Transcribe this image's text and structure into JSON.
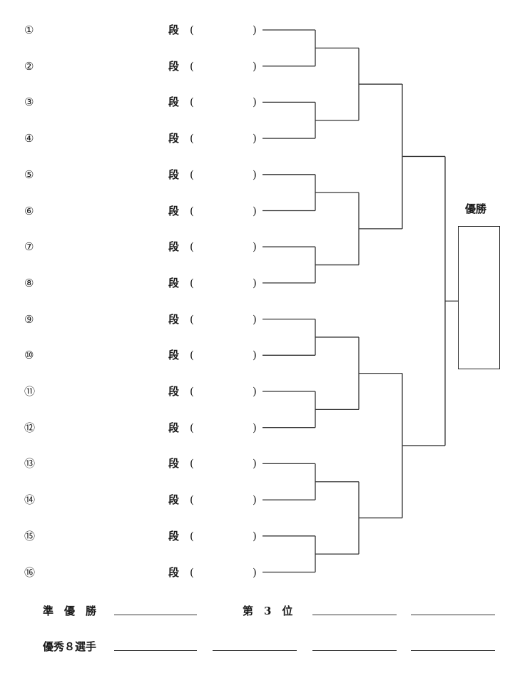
{
  "entries": [
    {
      "num": "①",
      "dan": "段",
      "open": "(",
      "close": ")"
    },
    {
      "num": "②",
      "dan": "段",
      "open": "(",
      "close": ")"
    },
    {
      "num": "③",
      "dan": "段",
      "open": "(",
      "close": ")"
    },
    {
      "num": "④",
      "dan": "段",
      "open": "(",
      "close": ")"
    },
    {
      "num": "⑤",
      "dan": "段",
      "open": "(",
      "close": ")"
    },
    {
      "num": "⑥",
      "dan": "段",
      "open": "(",
      "close": ")"
    },
    {
      "num": "⑦",
      "dan": "段",
      "open": "(",
      "close": ")"
    },
    {
      "num": "⑧",
      "dan": "段",
      "open": "(",
      "close": ")"
    },
    {
      "num": "⑨",
      "dan": "段",
      "open": "(",
      "close": ")"
    },
    {
      "num": "⑩",
      "dan": "段",
      "open": "(",
      "close": ")"
    },
    {
      "num": "⑪",
      "dan": "段",
      "open": "(",
      "close": ")"
    },
    {
      "num": "⑫",
      "dan": "段",
      "open": "(",
      "close": ")"
    },
    {
      "num": "⑬",
      "dan": "段",
      "open": "(",
      "close": ")"
    },
    {
      "num": "⑭",
      "dan": "段",
      "open": "(",
      "close": ")"
    },
    {
      "num": "⑮",
      "dan": "段",
      "open": "(",
      "close": ")"
    },
    {
      "num": "⑯",
      "dan": "段",
      "open": "(",
      "close": ")"
    }
  ],
  "champion": {
    "label": "優勝"
  },
  "bottom": {
    "runner_up": "準　優　勝",
    "third": "第　3　位",
    "top8": "優秀８選手"
  }
}
